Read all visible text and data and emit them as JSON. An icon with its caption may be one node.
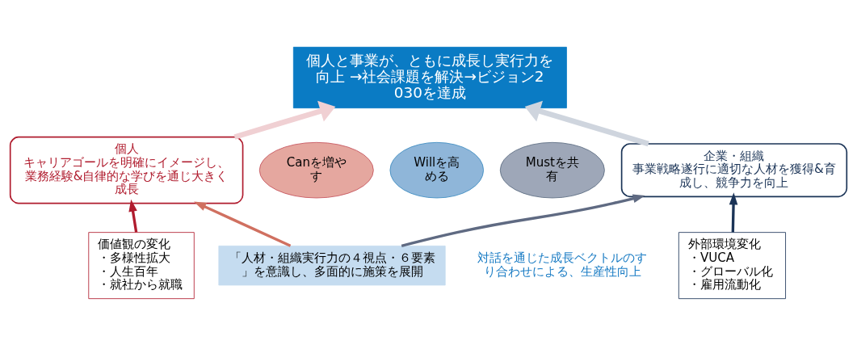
{
  "diagram": {
    "nodes": [
      {
        "text": [
          "個人と事業が、ともに成長し実行力を向上 →社会課題を解決→ビジョン2030を達成"
        ]
      },
      {
        "text": [
          "個人",
          "キャリアゴールを明確にイメージし、業務経験&自律的な学びを通じ大きく成長"
        ]
      },
      {
        "text": [
          "Willを高める"
        ]
      },
      {
        "text": [
          "Canを増やす"
        ]
      },
      {
        "text": [
          "Mustを共有"
        ]
      },
      {
        "text": [
          "企業・組織",
          "事業戦略遂行に適切な人材を獲得&育成し、競争力を向上"
        ]
      },
      {
        "text": [
          "価値観の変化",
          "・多様性拡大",
          "・人生百年",
          "・就社から就職"
        ]
      },
      {
        "text": [
          "「人材・組織実行力の４視点・６要素」を意識し、多面的に施策を展開"
        ]
      },
      {
        "text": [
          "外部環境変化",
          "・VUCA",
          "・グローバル化",
          "・雇用流動化"
        ]
      }
    ],
    "edges": [
      {
        "from": 1,
        "to": 0,
        "arrow": "to",
        "style": "thick",
        "color": "#f0d0d3"
      },
      {
        "from": 5,
        "to": 0,
        "arrow": "to",
        "style": "thick",
        "color": "#cfd5de"
      },
      {
        "from": 6,
        "to": 1,
        "arrow": "to",
        "color": "#b01c2e"
      },
      {
        "from": 7,
        "to": 1,
        "arrow": "to",
        "color": "#d07060"
      },
      {
        "from": 7,
        "to": 5,
        "arrow": "to",
        "color": "#5f6a82"
      },
      {
        "from": 8,
        "to": 5,
        "arrow": "to",
        "color": "#1b3457"
      }
    ],
    "labels": [
      "対話を通じた成長ベクトルのすり合わせによる、生産性向上"
    ]
  }
}
